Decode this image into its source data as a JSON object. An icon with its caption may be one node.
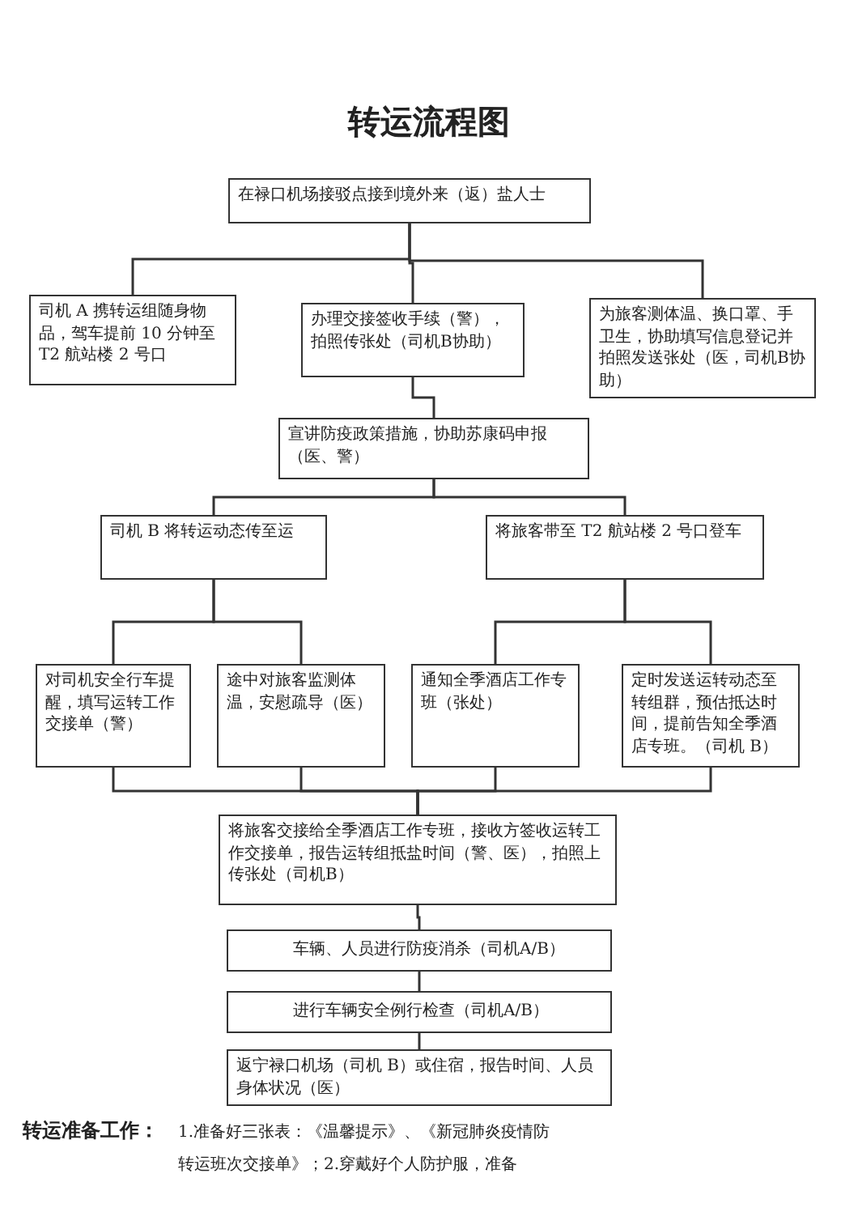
{
  "diagram": {
    "title": "转运流程图",
    "nodes": [
      {
        "text": [
          "在禄口机场接驳点接到境外来（返）盐人士"
        ]
      },
      {
        "text": [
          "司机 A 携转运组随身物品，驾车提前 10 分钟至 T2 航站楼 2 号口"
        ]
      },
      {
        "text": [
          "办理交接签收手续（警），拍照传张处（司机B协助）"
        ]
      },
      {
        "text": [
          "为旅客测体温、换口罩、手卫生，协助填写信息登记并拍照发送张处（医，司机B协助）"
        ]
      },
      {
        "text": [
          "宣讲防疫政策措施，协助苏康码申报（医、警）"
        ]
      },
      {
        "text": [
          "司机 B 将转运动态传至运"
        ]
      },
      {
        "text": [
          "将旅客带至 T2 航站楼 2 号口登车"
        ]
      },
      {
        "text": [
          "对司机安全行车提醒，填写运转工作交接单（警）"
        ]
      },
      {
        "text": [
          "途中对旅客监测体温，安慰疏导（医）"
        ]
      },
      {
        "text": [
          "通知全季酒店工作专班（张处）"
        ]
      },
      {
        "text": [
          "定时发送运转动态至转组群，预估抵达时间，提前告知全季酒店专班。（司机 B）"
        ]
      },
      {
        "text": [
          "将旅客交接给全季酒店工作专班，接收方签收运转工作交接单，报告运转组抵盐时间（警、医），拍照上传张处（司机B）"
        ]
      },
      {
        "text": [
          "车辆、人员进行防疫消杀（司机A/B）"
        ]
      },
      {
        "text": [
          "进行车辆安全例行检查（司机A/B）"
        ]
      },
      {
        "text": [
          "返宁禄口机场（司机 B）或住宿，报告时间、人员身体状况（医）"
        ]
      }
    ],
    "edges": [
      {
        "from": 0,
        "to": 1,
        "arrow": "none"
      },
      {
        "from": 0,
        "to": 2,
        "arrow": "none"
      },
      {
        "from": 0,
        "to": 3,
        "arrow": "none"
      },
      {
        "from": 2,
        "to": 4,
        "arrow": "none"
      },
      {
        "from": 4,
        "to": 5,
        "arrow": "none"
      },
      {
        "from": 4,
        "to": 6,
        "arrow": "none"
      },
      {
        "from": 5,
        "to": 7,
        "arrow": "none"
      },
      {
        "from": 5,
        "to": 8,
        "arrow": "none"
      },
      {
        "from": 6,
        "to": 9,
        "arrow": "none"
      },
      {
        "from": 6,
        "to": 10,
        "arrow": "none"
      },
      {
        "from": 7,
        "to": 11,
        "arrow": "none"
      },
      {
        "from": 8,
        "to": 11,
        "arrow": "none"
      },
      {
        "from": 9,
        "to": 11,
        "arrow": "none"
      },
      {
        "from": 10,
        "to": 11,
        "arrow": "none"
      },
      {
        "from": 11,
        "to": 12,
        "arrow": "none"
      },
      {
        "from": 12,
        "to": 13,
        "arrow": "none"
      },
      {
        "from": 13,
        "to": 14,
        "arrow": "none"
      }
    ],
    "labels": [
      "转运准备工作：",
      "1.准备好三张表：《温馨提示》、《新冠肺炎疫情防",
      "转运班次交接单》；2.穿戴好个人防护服，准备"
    ]
  }
}
